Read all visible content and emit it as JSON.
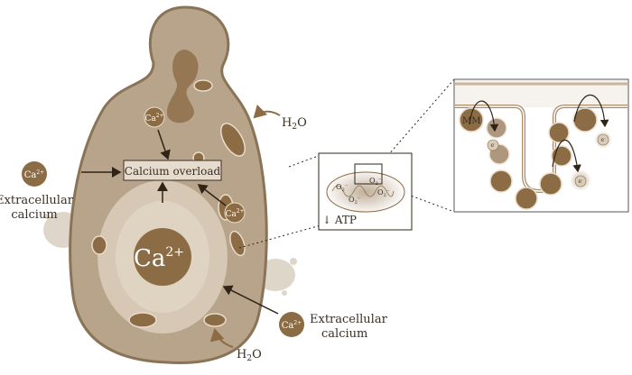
{
  "cell": {
    "ca_vacuole": "Ca",
    "ca_vacuole_sup": "2+",
    "ca_nucleus": "Ca",
    "ca_nucleus_sup": "2+",
    "ca_mito": "Ca",
    "ca_mito_sup": "2+",
    "overload": "Calcium overload"
  },
  "extracellular_left": {
    "ion": "Ca",
    "ion_sup": "2+",
    "line1": "Extracellular",
    "line2": "calcium"
  },
  "extracellular_bottom": {
    "ion": "Ca",
    "ion_sup": "2+",
    "line1": "Extracellular",
    "line2": "calcium"
  },
  "water_top": {
    "h": "H",
    "sub": "2",
    "o": "O"
  },
  "water_bottom": {
    "h": "H",
    "sub": "2",
    "o": "O"
  },
  "inset": {
    "atp": "↓ ATP",
    "ros": [
      {
        "o": "O",
        "sub": "2",
        "sup": "·-"
      },
      {
        "o": "O",
        "sub": "2",
        "sup": "·-"
      },
      {
        "o": "O",
        "sub": "2",
        "sup": "·-"
      },
      {
        "o": "O",
        "sub": "2",
        "sup": "·-"
      }
    ]
  },
  "detail": {
    "mm": "MM",
    "electrons": [
      {
        "e": "e",
        "sup": "-"
      },
      {
        "e": "e",
        "sup": "-"
      },
      {
        "e": "e",
        "sup": "-"
      }
    ]
  },
  "colors": {
    "cell": "#b8a48a",
    "cell_edge": "#8a7458",
    "dark": "#8c6c45",
    "nucleus": "#d9ccb8"
  }
}
